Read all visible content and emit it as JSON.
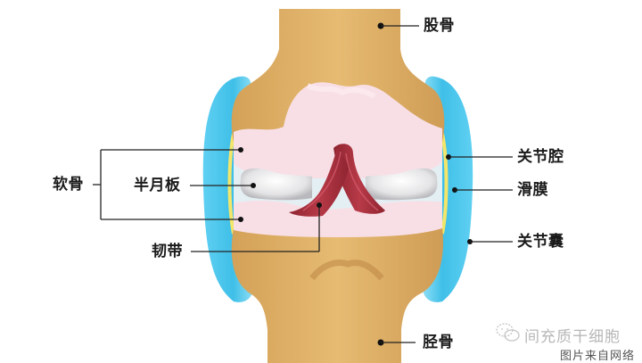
{
  "diagram": {
    "type": "anatomical-illustration",
    "subject": "knee joint cross-section",
    "colors": {
      "bone": "#dcae63",
      "bone_shadow": "#c7944a",
      "cartilage": "#f8dfe6",
      "meniscus": "#e2e2e4",
      "ligament": "#a8303d",
      "capsule": "#49c6ec",
      "synovium": "#f3e66a",
      "joint_cavity": "#dfeef2",
      "leader_line": "#222222"
    },
    "labels": {
      "femur": "股骨",
      "joint_cavity": "关节腔",
      "synovium": "滑膜",
      "joint_capsule": "关节囊",
      "cartilage": "软骨",
      "meniscus": "半月板",
      "ligament": "韧带",
      "tibia": "胫骨"
    }
  },
  "watermark": {
    "icon": "wechat-icon",
    "account_name": "间充质干细胞",
    "source_note": "图片来自网络"
  }
}
